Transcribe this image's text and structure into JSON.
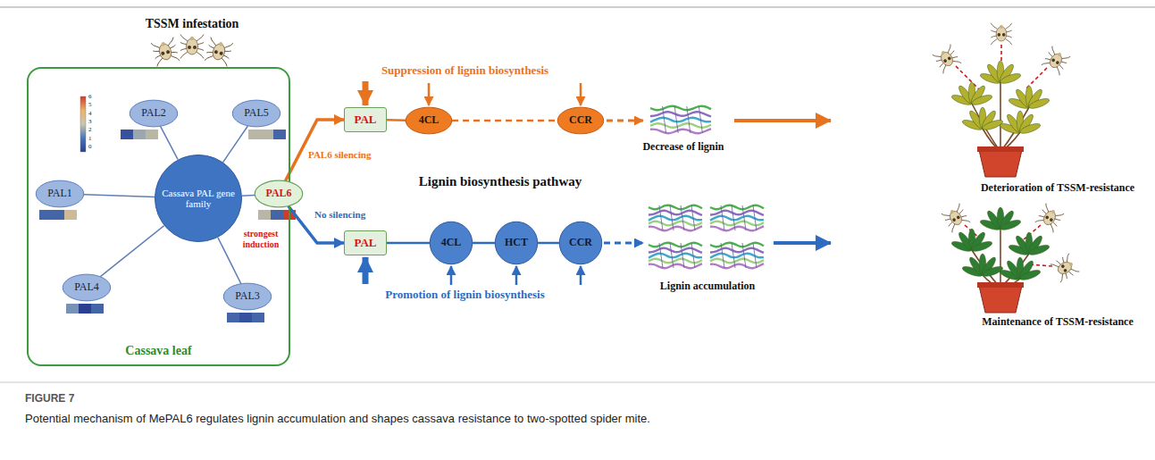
{
  "diagram": {
    "title": "FIGURE 7",
    "caption": "Potential mechanism of MePAL6 regulates lignin accumulation and shapes cassava resistance to two-spotted spider mite.",
    "nodes": [
      {
        "text": [
          "Cassava leaf"
        ]
      },
      {
        "text": [
          "Cassava PAL gene family"
        ],
        "in": 0
      },
      {
        "text": [
          "PAL2"
        ],
        "in": 0
      },
      {
        "text": [
          "PAL5"
        ],
        "in": 0
      },
      {
        "text": [
          "PAL1"
        ],
        "in": 0
      },
      {
        "text": [
          "PAL6"
        ],
        "in": 0
      },
      {
        "text": [
          "PAL4"
        ],
        "in": 0
      },
      {
        "text": [
          "PAL3"
        ],
        "in": 0
      },
      {
        "text": [
          "PAL"
        ]
      },
      {
        "text": [
          "4CL"
        ]
      },
      {
        "text": [
          "CCR"
        ]
      },
      {
        "text": [
          "PAL"
        ]
      },
      {
        "text": [
          "4CL"
        ]
      },
      {
        "text": [
          "HCT"
        ]
      },
      {
        "text": [
          "CCR"
        ]
      }
    ],
    "edges": [
      {
        "from": 1,
        "to": 2,
        "arrow": "none"
      },
      {
        "from": 1,
        "to": 3,
        "arrow": "none"
      },
      {
        "from": 1,
        "to": 4,
        "arrow": "none"
      },
      {
        "from": 1,
        "to": 5,
        "arrow": "none"
      },
      {
        "from": 1,
        "to": 6,
        "arrow": "none"
      },
      {
        "from": 1,
        "to": 7,
        "arrow": "none"
      },
      {
        "from": 5,
        "to": 8,
        "label": "PAL6 silencing",
        "arrow": "to"
      },
      {
        "from": 5,
        "to": 11,
        "label": "No silencing",
        "arrow": "to"
      },
      {
        "from": 8,
        "to": 9,
        "arrow": "none"
      },
      {
        "from": 9,
        "to": 10,
        "arrow": "none"
      },
      {
        "from": 11,
        "to": 12,
        "arrow": "none"
      },
      {
        "from": 12,
        "to": 13,
        "arrow": "none"
      },
      {
        "from": 13,
        "to": 14,
        "arrow": "none"
      }
    ],
    "labels": [
      "TSSM infestation",
      "6",
      "5",
      "4",
      "3",
      "2",
      "1",
      "0",
      "strongest induction",
      "Suppression of lignin biosynthesis",
      "Lignin biosynthesis pathway",
      "Promotion of lignin biosynthesis",
      "Decrease of lignin",
      "Lignin accumulation",
      "Deterioration of TSSM-resistance",
      "Maintenance of TSSM-resistance"
    ]
  }
}
